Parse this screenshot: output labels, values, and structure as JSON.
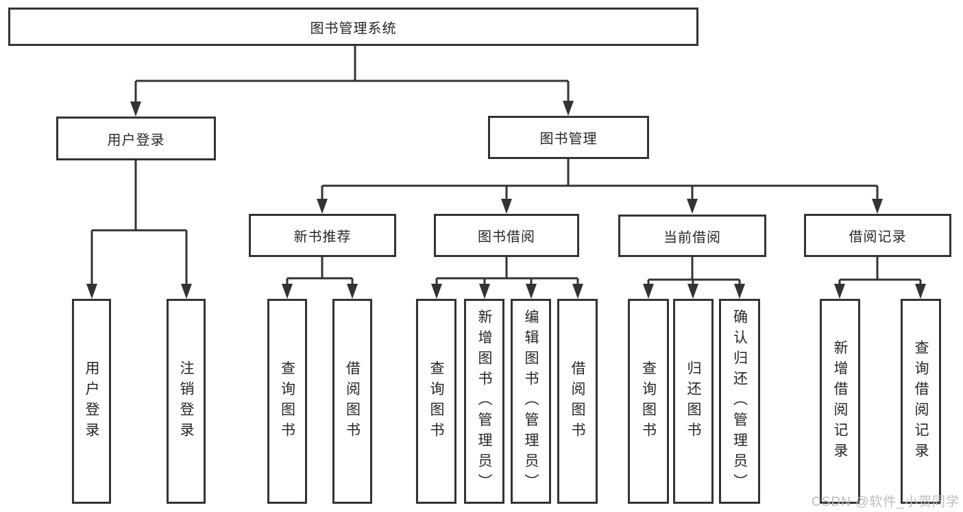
{
  "diagram": {
    "title": "图书管理系统",
    "type": "hierarchy-tree"
  },
  "tree": {
    "root": {
      "label": "图书管理系统",
      "children": [
        {
          "label": "用户登录",
          "children": [
            {
              "label": "用户登录"
            },
            {
              "label": "注销登录"
            }
          ]
        },
        {
          "label": "图书管理",
          "children": [
            {
              "label": "新书推荐",
              "children": [
                {
                  "label": "查询图书"
                },
                {
                  "label": "借阅图书"
                }
              ]
            },
            {
              "label": "图书借阅",
              "children": [
                {
                  "label": "查询图书"
                },
                {
                  "label": "新增图书（管理员）"
                },
                {
                  "label": "编辑图书（管理员）"
                },
                {
                  "label": "借阅图书"
                }
              ]
            },
            {
              "label": "当前借阅",
              "children": [
                {
                  "label": "查询图书"
                },
                {
                  "label": "归还图书"
                },
                {
                  "label": "确认归还（管理员）"
                }
              ]
            },
            {
              "label": "借阅记录",
              "children": [
                {
                  "label": "新增借阅记录"
                },
                {
                  "label": "查询借阅记录"
                }
              ]
            }
          ]
        }
      ]
    }
  },
  "watermark": {
    "text": "CSDN @软件_小贺同学",
    "color": "#bcbcbc"
  },
  "colors": {
    "background": "#ffffff",
    "line": "#333333",
    "box_border": "#333333",
    "text": "#262626"
  }
}
